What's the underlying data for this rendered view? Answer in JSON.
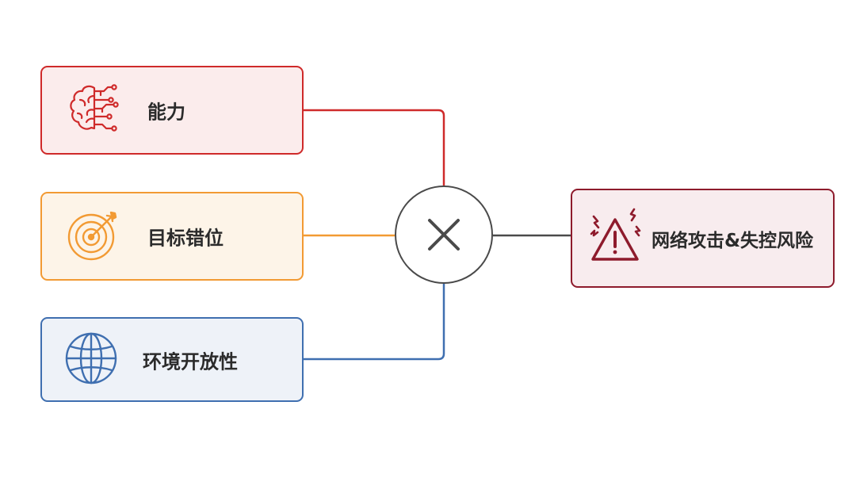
{
  "inputs": [
    {
      "label": "能力",
      "icon": "brain-circuit-icon",
      "color": "#cf2a2a"
    },
    {
      "label": "目标错位",
      "icon": "target-icon",
      "color": "#f29a33"
    },
    {
      "label": "环境开放性",
      "icon": "globe-icon",
      "color": "#3f6fb0"
    }
  ],
  "operator": {
    "symbol": "×",
    "icon": "multiply-icon",
    "color": "#4a4a4a"
  },
  "output": {
    "label": "网络攻击&失控风险",
    "icon": "warning-icon",
    "color": "#8e1b2c"
  }
}
